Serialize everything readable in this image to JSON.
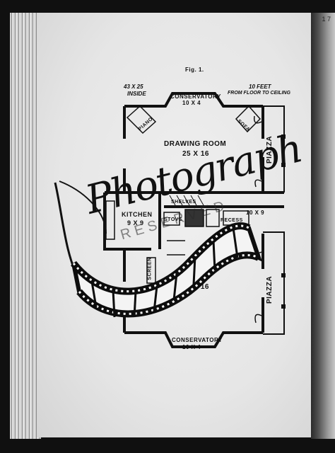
{
  "header_corner": "1 7",
  "plan": {
    "fig": "Fig. 1.",
    "size_left_1": "43 X 25",
    "size_left_2": "INSIDE",
    "height_1": "10 FEET",
    "height_2": "FROM FLOOR TO CEILING",
    "top_conservatory": "CONSERVATORY",
    "top_conservatory_size": "10 X 4",
    "piano": "PIANO",
    "sofa": "SOFA",
    "drawing_room": "DRAWING ROOM",
    "drawing_room_size": "25 X 16",
    "piazza_top": "PIAZZA",
    "kitchen": "KITCHEN",
    "kitchen_size": "9 X 9",
    "stove": "STOVE",
    "shelves": "SHELVES",
    "recess": "RECESS",
    "hall_size": "10 X 9",
    "lower_room_size": "25 X 16",
    "piazza_bottom": "PIAZZA",
    "screen": "SCREEN",
    "bottom_conservatory": "CONSERVATORY",
    "bottom_conservatory_size": "10 X 4"
  },
  "watermark": {
    "script": "Photograph",
    "reserved": "RESERVED"
  },
  "colors": {
    "ink": "#111111",
    "page": "#e8e8e8",
    "film": "#0d0d0d"
  },
  "icons": [
    "film-strip-icon"
  ]
}
